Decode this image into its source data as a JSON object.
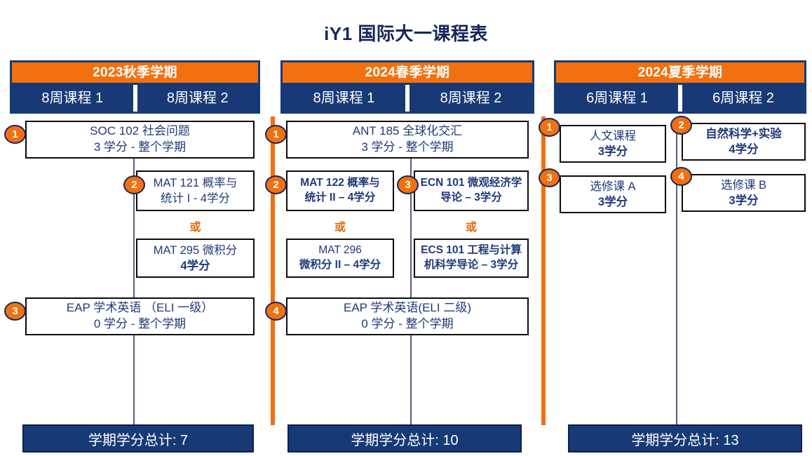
{
  "page": {
    "title": "iY1 国际大一课程表",
    "accent_orange": "#f2700f",
    "accent_navy": "#173a76"
  },
  "terms": [
    {
      "id": "fall-2023",
      "title": "2023秋季学期",
      "subcolumns": [
        "8周课程 1",
        "8周课程 2"
      ],
      "footer": "学期学分总计: 7",
      "total_credits": 7,
      "courses": [
        {
          "badge": "1",
          "line1": "SOC 102 社会问题",
          "line2": "3 学分 - 整个学期"
        },
        {
          "badge": "2",
          "line1": "MAT 121 概率与",
          "line2": "统计 I - 4学分"
        },
        {
          "badge": "",
          "line1": "MAT 295 微积分",
          "line2": "4学分"
        },
        {
          "badge": "3",
          "line1": "EAP 学术英语 （ELI 一级）",
          "line2": "0 学分 - 整个学期"
        }
      ],
      "or_labels": [
        "或"
      ]
    },
    {
      "id": "spring-2024",
      "title": "2024春季学期",
      "subcolumns": [
        "8周课程 1",
        "8周课程 2"
      ],
      "footer": "学期学分总计: 10",
      "total_credits": 10,
      "courses": [
        {
          "badge": "1",
          "line1": "ANT 185 全球化交汇",
          "line2": "3 学分 - 整个学期"
        },
        {
          "badge": "2",
          "line1": "MAT 122 概率与",
          "line2": "统计 II – 4学分"
        },
        {
          "badge": "3",
          "line1": "ECN 101 微观经济学",
          "line2": "导论 – 3学分"
        },
        {
          "badge": "",
          "line1": "MAT 296",
          "line2": "微积分 II – 4学分"
        },
        {
          "badge": "",
          "line1": "ECS 101 工程与计算",
          "line2": "机科学导论 – 3学分"
        },
        {
          "badge": "4",
          "line1": "EAP 学术英语(ELI 二级)",
          "line2": "0 学分 - 整个学期"
        }
      ],
      "or_labels": [
        "或",
        "或"
      ]
    },
    {
      "id": "summer-2024",
      "title": "2024夏季学期",
      "subcolumns": [
        "6周课程 1",
        "6周课程 2"
      ],
      "footer": "学期学分总计: 13",
      "total_credits": 13,
      "courses": [
        {
          "badge": "1",
          "line1": "人文课程",
          "line2": "3学分"
        },
        {
          "badge": "2",
          "line1": "自然科学+实验",
          "line2": "4学分"
        },
        {
          "badge": "3",
          "line1": "选修课 A",
          "line2": "3学分"
        },
        {
          "badge": "4",
          "line1": "选修课 B",
          "line2": "3学分"
        }
      ],
      "or_labels": []
    }
  ]
}
